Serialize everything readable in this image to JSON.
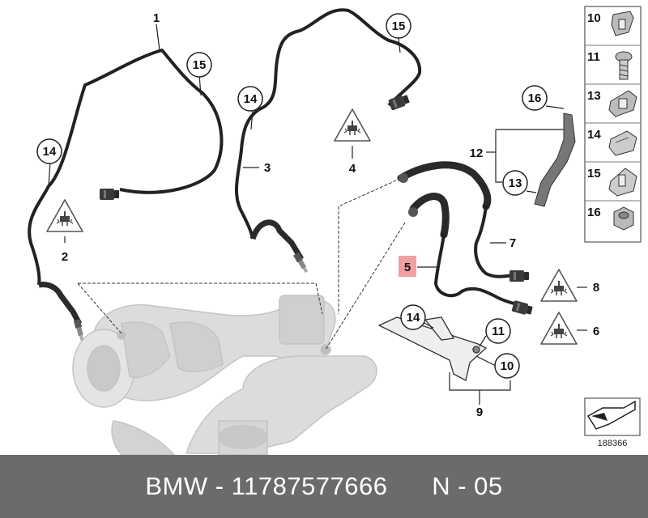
{
  "callouts": {
    "c1": "1",
    "c15a": "15",
    "c14a": "14",
    "c2": "2",
    "c14b": "14",
    "c3": "3",
    "c15b": "15",
    "c4": "4",
    "c16": "16",
    "c12": "12",
    "c13": "13",
    "c7": "7",
    "c5": "5",
    "c8": "8",
    "c6": "6",
    "c14c": "14",
    "c11": "11",
    "c10": "10",
    "c9": "9"
  },
  "legend": [
    "10",
    "11",
    "13",
    "14",
    "15",
    "16"
  ],
  "ref_number": "188366",
  "footer": {
    "part_text": "BMW - 11787577666",
    "pos_text": "N - 05"
  },
  "colors": {
    "footer_bg": "#6b6b6b",
    "highlight": "#f0a0a0",
    "line": "#111111",
    "manifold": "#d9d9d9"
  },
  "icons": [
    "warning-connector-icon",
    "catalog-reference-icon"
  ]
}
